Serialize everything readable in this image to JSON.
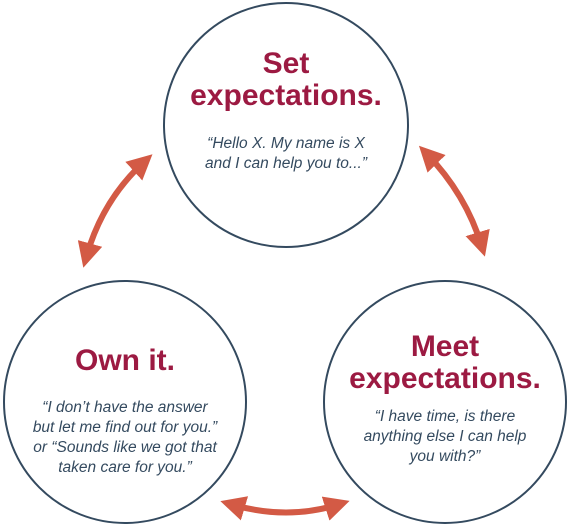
{
  "nodes": {
    "set": {
      "title_line1": "Set",
      "title_line2": "expectations.",
      "quote_line1": "“Hello X. My name is X",
      "quote_line2": "and I can help you to...”"
    },
    "meet": {
      "title_line1": "Meet",
      "title_line2": "expectations.",
      "quote_line1": "“I have time, is there",
      "quote_line2": "anything else I can help",
      "quote_line3": "you with?”"
    },
    "own": {
      "title_line1": "Own it.",
      "quote_line1": "“I don’t have the answer",
      "quote_line2": "but let me find out for you.”",
      "quote_line3": "or “Sounds like we got that",
      "quote_line4": "taken care for you.”"
    }
  },
  "colors": {
    "title": "#9c1a42",
    "quote": "#344a5f",
    "circle_border": "#344a5f",
    "arrow": "#d35a45"
  },
  "arrows": [
    {
      "name": "arrow-set-meet",
      "from": "set",
      "to": "meet",
      "direction": "bidirectional"
    },
    {
      "name": "arrow-meet-own",
      "from": "meet",
      "to": "own",
      "direction": "bidirectional"
    },
    {
      "name": "arrow-own-set",
      "from": "own",
      "to": "set",
      "direction": "bidirectional"
    }
  ]
}
